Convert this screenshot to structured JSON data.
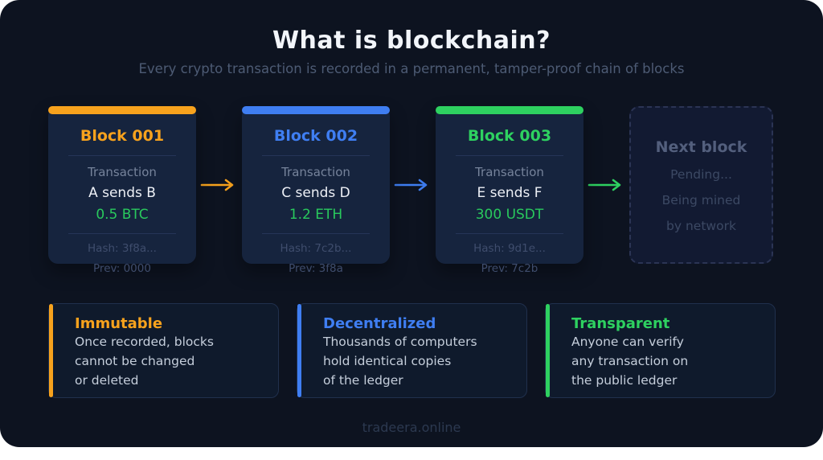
{
  "header": {
    "title": "What is blockchain?",
    "subtitle": "Every crypto transaction is recorded in a permanent, tamper-proof chain of blocks"
  },
  "blocks": [
    {
      "title": "Block 001",
      "accent": "#f7a21d",
      "tx_label": "Transaction",
      "tx_parties": "A sends B",
      "tx_amount": "0.5 BTC",
      "hash": "Hash: 3f8a...",
      "prev": "Prev: 0000"
    },
    {
      "title": "Block 002",
      "accent": "#3f7ef2",
      "tx_label": "Transaction",
      "tx_parties": "C sends D",
      "tx_amount": "1.2 ETH",
      "hash": "Hash: 7c2b...",
      "prev": "Prev: 3f8a"
    },
    {
      "title": "Block 003",
      "accent": "#2ed160",
      "tx_label": "Transaction",
      "tx_parties": "E sends F",
      "tx_amount": "300 USDT",
      "hash": "Hash: 9d1e...",
      "prev": "Prev: 7c2b"
    }
  ],
  "next_block": {
    "title": "Next block",
    "lines": [
      "Pending...",
      "Being mined",
      "by network"
    ]
  },
  "features": [
    {
      "title": "Immutable",
      "accent": "#f7a21d",
      "lines": [
        "Once recorded, blocks",
        "cannot be changed",
        "or deleted"
      ]
    },
    {
      "title": "Decentralized",
      "accent": "#3f7ef2",
      "lines": [
        "Thousands of computers",
        "hold identical copies",
        "of the ledger"
      ]
    },
    {
      "title": "Transparent",
      "accent": "#2ed160",
      "lines": [
        "Anyone can verify",
        "any transaction on",
        "the public ledger"
      ]
    }
  ],
  "footer": {
    "brand": "tradeera.online"
  },
  "colors": {
    "panel_bg": "#0d1320",
    "block_card_bg": "#16243e",
    "next_card_bg": "#121a32",
    "feature_card_bg": "#0f1a2c",
    "amount_green": "#29c95d",
    "orange": "#f7a21d",
    "blue": "#3f7ef2",
    "green": "#2ed160"
  }
}
